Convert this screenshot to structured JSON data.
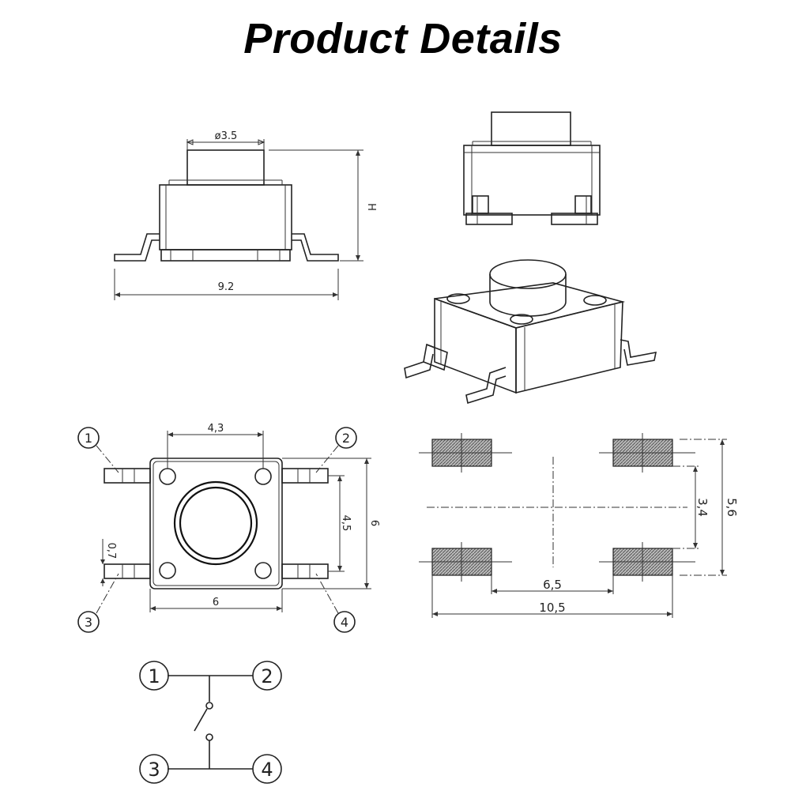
{
  "title": "Product Details",
  "side_view": {
    "dia_label": "ø3.5",
    "height_label": "H",
    "width_label": "9.2"
  },
  "top_view": {
    "pin_spacing_label": "4,3",
    "inner_height_label": "4,5",
    "outer_height_label": "6",
    "width_label": "6",
    "pin_width_label": "0,7",
    "pins": [
      "1",
      "2",
      "3",
      "4"
    ]
  },
  "footprint": {
    "inner_width_label": "6,5",
    "outer_width_label": "10,5",
    "inner_height_label": "3,4",
    "outer_height_label": "5,6"
  },
  "schematic": {
    "pins": [
      "1",
      "2",
      "3",
      "4"
    ]
  }
}
